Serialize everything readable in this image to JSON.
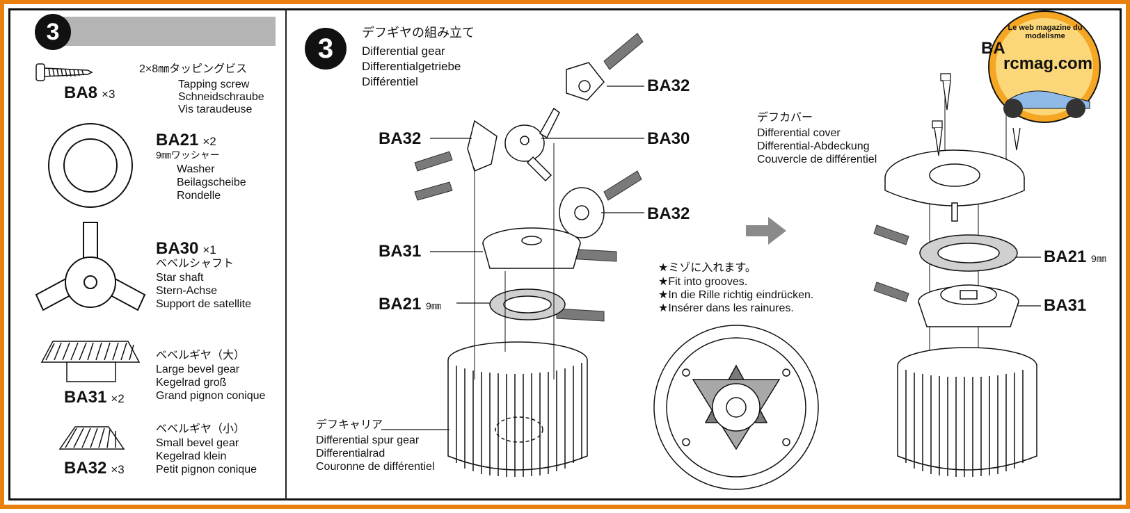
{
  "step_number": "3",
  "parts_panel": {
    "parts": [
      {
        "code": "BA8",
        "qty": "×3",
        "lines": [
          "2×8㎜タッピングビス",
          "Tapping screw",
          "Schneidschraube",
          "Vis taraudeuse"
        ]
      },
      {
        "code": "BA21",
        "qty": "×2",
        "lines": [
          "9㎜ワッシャー",
          "Washer",
          "Beilagscheibe",
          "Rondelle"
        ]
      },
      {
        "code": "BA30",
        "qty": "×1",
        "lines": [
          "ベベルシャフト",
          "Star shaft",
          "Stern-Achse",
          "Support de satellite"
        ]
      },
      {
        "code": "BA31",
        "qty": "×2",
        "lines": [
          "ベベルギヤ（大）",
          "Large bevel gear",
          "Kegelrad groß",
          "Grand pignon conique"
        ]
      },
      {
        "code": "BA32",
        "qty": "×3",
        "lines": [
          "ベベルギヤ（小）",
          "Small bevel gear",
          "Kegelrad klein",
          "Petit pignon conique"
        ]
      }
    ]
  },
  "assembly": {
    "title_lines": [
      "デフギヤの組み立て",
      "Differential gear",
      "Differentialgetriebe",
      "Différentiel"
    ],
    "callouts": {
      "ba32_top": "BA32",
      "ba32_left": "BA32",
      "ba30": "BA30",
      "ba32_right": "BA32",
      "ba31": "BA31",
      "ba21": "BA21",
      "ba21_size": "9㎜",
      "ba21_right": "BA21",
      "ba21_right_size": "9㎜",
      "ba31_right": "BA31",
      "ba8_partial": "BA8"
    },
    "spur_gear_label": [
      "デフキャリア",
      "Differential spur gear",
      "Differentialrad",
      "Couronne de différentiel"
    ],
    "cover_label": [
      "デフカバー",
      "Differential cover",
      "Differential-Abdeckung",
      "Couvercle de différentiel"
    ],
    "note_lines": [
      "★ミゾに入れます。",
      "★Fit into grooves.",
      "★In die Rille richtig eindrücken.",
      "★Insérer dans les rainures."
    ]
  },
  "watermark": {
    "brand": "rcmag.com",
    "tagline": "Le web magazine du modelisme"
  },
  "colors": {
    "frame": "#e87f0e",
    "ink": "#111111",
    "grease": "#7a7a7a",
    "band": "#b4b4b4"
  }
}
